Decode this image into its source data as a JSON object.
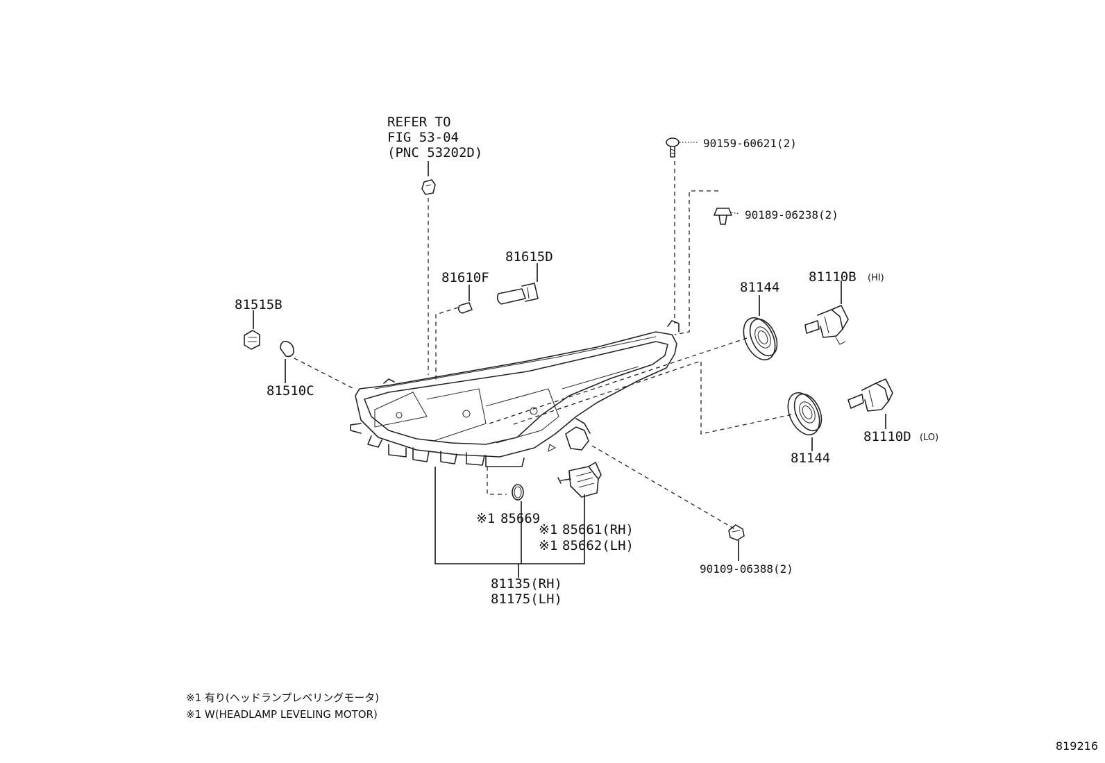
{
  "refer": {
    "line1": "REFER TO",
    "line2": "FIG 53-04",
    "line3": "(PNC 53202D)"
  },
  "labels": {
    "p90159": "90159-60621(2)",
    "p90189": "90189-06238(2)",
    "p81615d": "81615D",
    "p81610f": "81610F",
    "p81515b": "81515B",
    "p81510c": "81510C",
    "p81144_top": "81144",
    "p81110b": "81110B",
    "p81110b_hi": "(HI)",
    "p81144_bottom": "81144",
    "p81110d": "81110D",
    "p81110d_lo": "(LO)",
    "mark_85669": "※1",
    "p85669": "85669",
    "mark_85661": "※1",
    "p85661": "85661(RH)",
    "mark_85662": "※1",
    "p85662": "85662(LH)",
    "p90109": "90109-06388(2)",
    "p81135": "81135(RH)",
    "p81175": "81175(LH)"
  },
  "notes": {
    "jp": "※1 有り(ヘッドランプレベリングモータ)",
    "en": "※1 W(HEADLAMP LEVELING MOTOR)"
  },
  "figure_number": "819216"
}
